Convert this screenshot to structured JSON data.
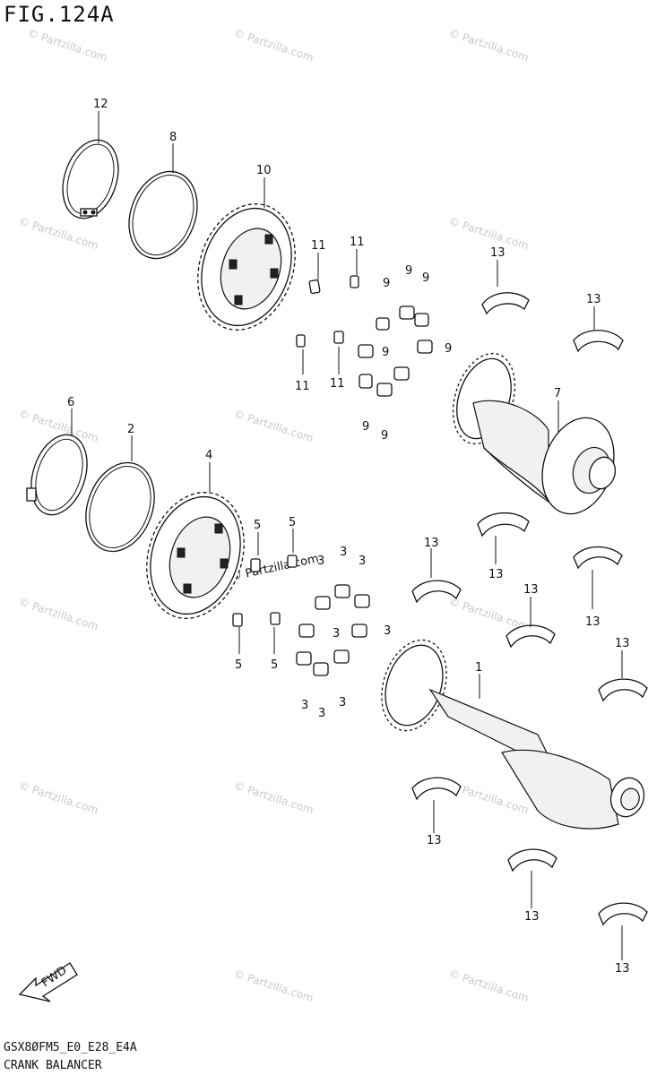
{
  "figure": {
    "title": "FIG.124A",
    "model": "GSX8ØFM5_E0_E28_E4A",
    "caption": "CRANK BALANCER"
  },
  "watermark": {
    "text": "© Partzilla.com",
    "color": "#c9c9c9"
  },
  "fwd_label": "FWD",
  "callouts": {
    "c12": "12",
    "c8": "8",
    "c10": "10",
    "c11a": "11",
    "c11b": "11",
    "c11c": "11",
    "c11d": "11",
    "c9a": "9",
    "c9b": "9",
    "c9c": "9",
    "c9d": "9",
    "c9e": "9",
    "c9f": "9",
    "c9g": "9",
    "c13a": "13",
    "c13b": "13",
    "c13c": "13",
    "c13d": "13",
    "c13e": "13",
    "c13f": "13",
    "c13g": "13",
    "c13h": "13",
    "c13i": "13",
    "c7": "7",
    "c6": "6",
    "c2": "2",
    "c4": "4",
    "c5a": "5",
    "c5b": "5",
    "c5c": "5",
    "c5d": "5",
    "c3a": "3",
    "c3b": "3",
    "c3c": "3",
    "c3d": "3",
    "c3e": "3",
    "c3f": "3",
    "c3g": "3",
    "c3h": "3",
    "c1": "1"
  }
}
